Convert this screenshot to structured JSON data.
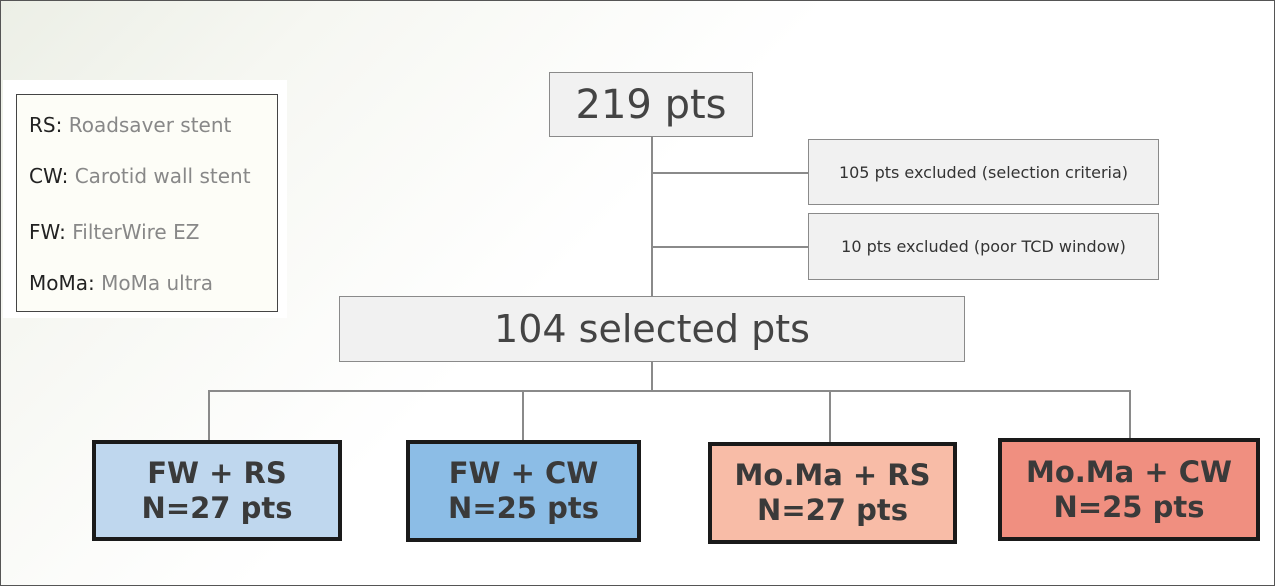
{
  "legend": [
    {
      "abbr": "RS",
      "desc": "Roadsaver stent"
    },
    {
      "abbr": "CW",
      "desc": "Carotid wall stent"
    },
    {
      "abbr": "FW",
      "desc": "FilterWire EZ"
    },
    {
      "abbr": "MoMa",
      "desc": "MoMa ultra"
    }
  ],
  "flow": {
    "total": "219 pts",
    "exclusion_1": "105 pts excluded (selection criteria)",
    "exclusion_2": "10 pts excluded (poor TCD window)",
    "selected": "104 selected pts"
  },
  "groups": [
    {
      "name": "FW + RS",
      "n": "N=27 pts",
      "color": "#bfd7ee"
    },
    {
      "name": "FW + CW",
      "n": "N=25 pts",
      "color": "#8cbde6"
    },
    {
      "name": "Mo.Ma + RS",
      "n": "N=27 pts",
      "color": "#f8bca7"
    },
    {
      "name": "Mo.Ma + CW",
      "n": "N=25 pts",
      "color": "#f08f80"
    }
  ]
}
